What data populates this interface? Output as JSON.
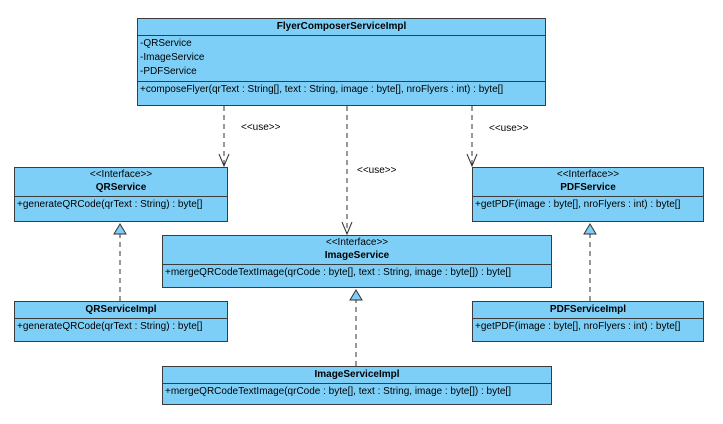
{
  "colors": {
    "class_fill": "#7ecff7",
    "border": "#3c3c3c",
    "connector": "#333333",
    "realization_head": "#7ecff7"
  },
  "classes": {
    "flyer_composer": {
      "name": "FlyerComposerServiceImpl",
      "attributes": [
        "-QRService",
        "-ImageService",
        "-PDFService"
      ],
      "operations": [
        "+composeFlyer(qrText : String[], text : String, image : byte[], nroFlyers : int) : byte[]"
      ]
    },
    "qr_service": {
      "stereotype": "<<Interface>>",
      "name": "QRService",
      "operations": [
        "+generateQRCode(qrText : String) : byte[]"
      ]
    },
    "image_service": {
      "stereotype": "<<Interface>>",
      "name": "ImageService",
      "operations": [
        "+mergeQRCodeTextImage(qrCode : byte[], text : String, image : byte[]) : byte[]"
      ]
    },
    "pdf_service": {
      "stereotype": "<<Interface>>",
      "name": "PDFService",
      "operations": [
        "+getPDF(image : byte[], nroFlyers : int) : byte[]"
      ]
    },
    "qr_service_impl": {
      "name": "QRServiceImpl",
      "operations": [
        "+generateQRCode(qrText : String) : byte[]"
      ]
    },
    "image_service_impl": {
      "name": "ImageServiceImpl",
      "operations": [
        "+mergeQRCodeTextImage(qrCode : byte[], text : String, image : byte[]) : byte[]"
      ]
    },
    "pdf_service_impl": {
      "name": "PDFServiceImpl",
      "operations": [
        "+getPDF(image : byte[], nroFlyers : int) : byte[]"
      ]
    }
  },
  "relations": {
    "use_label": "<<use>>"
  }
}
